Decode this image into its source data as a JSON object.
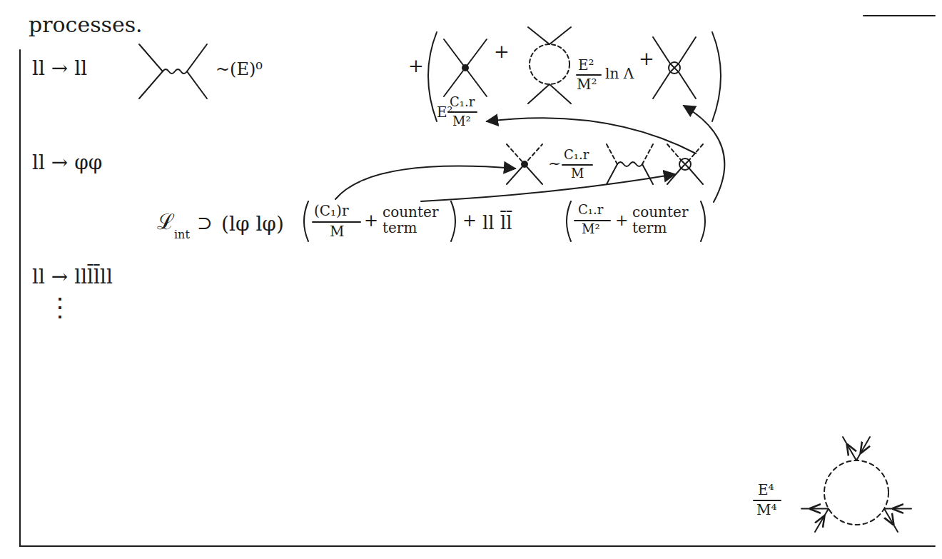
{
  "diagram": {
    "labels": [
      "processes.",
      "ll → ll",
      "~(E)⁰",
      "+",
      "E²",
      "C₁.r",
      "M²",
      "+",
      "E²",
      "M²",
      "ln Λ",
      "+",
      "ll → φφ",
      "~",
      "C₁.r",
      "M",
      "ℒ",
      "int",
      "⊃",
      "(lφ lφ)",
      "(C₁)r",
      "M",
      "+",
      "counter term",
      "+",
      "ll l̄l̄",
      "C₁.r",
      "M²",
      "+",
      "counter term",
      "ll → lll̄l̄ll",
      "⋮",
      "E⁴",
      "M⁴"
    ]
  }
}
